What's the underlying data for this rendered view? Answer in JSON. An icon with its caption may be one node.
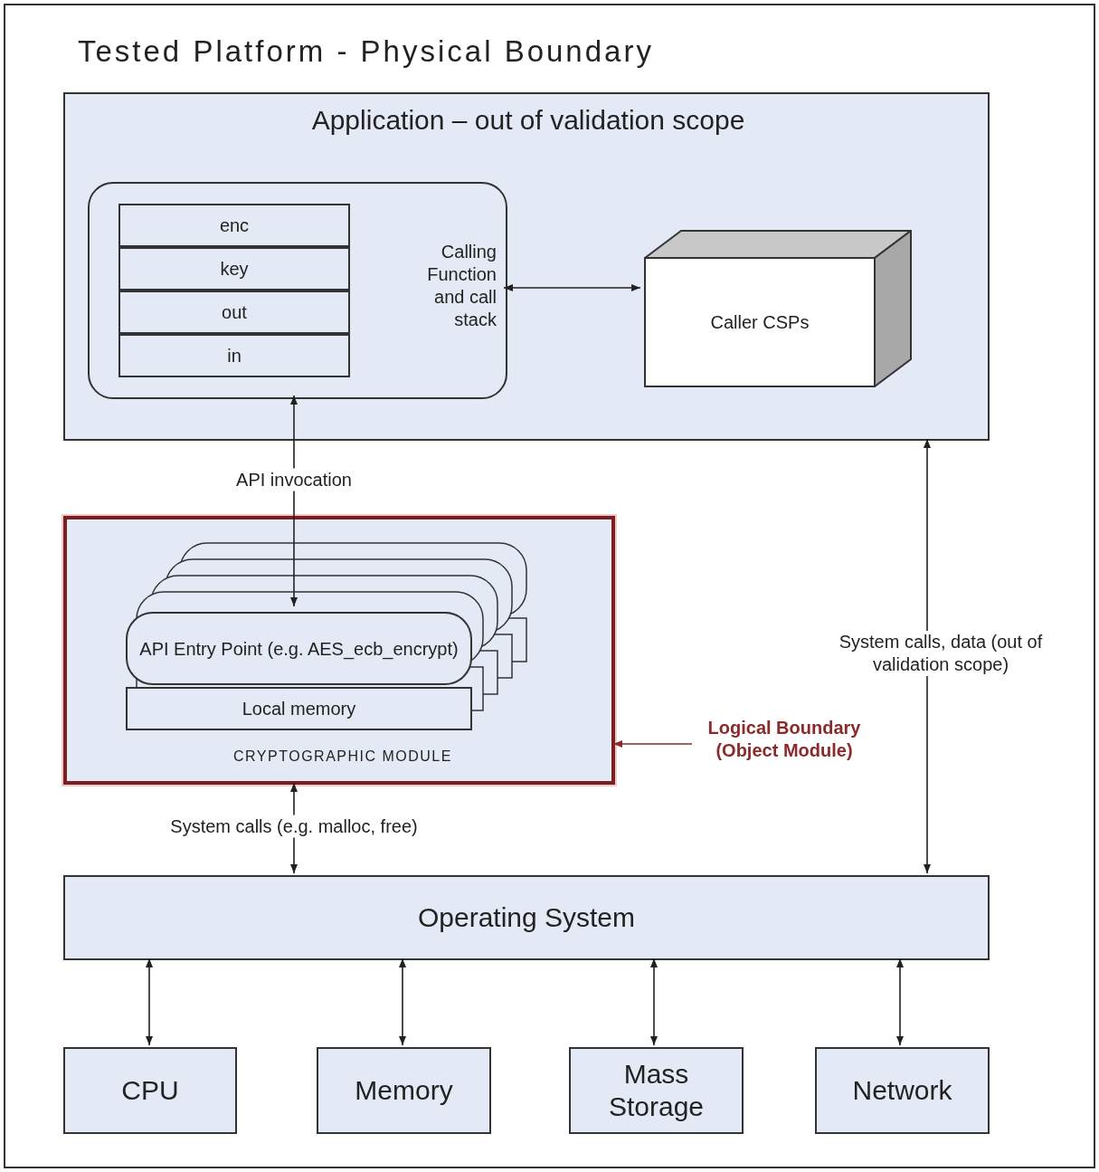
{
  "diagram": {
    "nodes": [
      {
        "text": [
          "Tested Platform - Physical Boundary"
        ]
      },
      {
        "text": [
          "Application – out of validation scope"
        ],
        "in": 0
      },
      {
        "text": [
          "Calling Function and call stack"
        ],
        "in": 1
      },
      {
        "text": [
          "enc"
        ],
        "in": 2
      },
      {
        "text": [
          "key"
        ],
        "in": 2
      },
      {
        "text": [
          "out"
        ],
        "in": 2
      },
      {
        "text": [
          "in"
        ],
        "in": 2
      },
      {
        "text": [
          "Caller CSPs"
        ],
        "in": 1
      },
      {
        "text": [
          "CRYPTOGRAPHIC MODULE"
        ],
        "in": 0
      },
      {
        "text": [
          "API Entry Point (e.g. AES_ecb_encrypt)"
        ],
        "in": 8
      },
      {
        "text": [
          "Local memory"
        ],
        "in": 8
      },
      {
        "text": [
          "Logical Boundary (Object Module)"
        ],
        "in": 0
      },
      {
        "text": [
          "Operating System"
        ],
        "in": 0
      },
      {
        "text": [
          "CPU"
        ],
        "in": 0
      },
      {
        "text": [
          "Memory"
        ],
        "in": 0
      },
      {
        "text": [
          "Mass Storage"
        ],
        "in": 0
      },
      {
        "text": [
          "Network"
        ],
        "in": 0
      }
    ],
    "edges": [
      {
        "from": 2,
        "to": 7,
        "arrow": "both"
      },
      {
        "from": 2,
        "to": 9,
        "arrow": "both",
        "label": "API invocation"
      },
      {
        "from": 11,
        "to": 8,
        "arrow": "to",
        "color": "#8b2a2a"
      },
      {
        "from": 8,
        "to": 12,
        "arrow": "both",
        "label": "System calls (e.g. malloc, free)"
      },
      {
        "from": 1,
        "to": 12,
        "arrow": "both",
        "label": "System calls, data (out of validation scope)"
      },
      {
        "from": 12,
        "to": 13,
        "arrow": "both"
      },
      {
        "from": 12,
        "to": 14,
        "arrow": "both"
      },
      {
        "from": 12,
        "to": 15,
        "arrow": "both"
      },
      {
        "from": 12,
        "to": 16,
        "arrow": "both"
      }
    ]
  }
}
